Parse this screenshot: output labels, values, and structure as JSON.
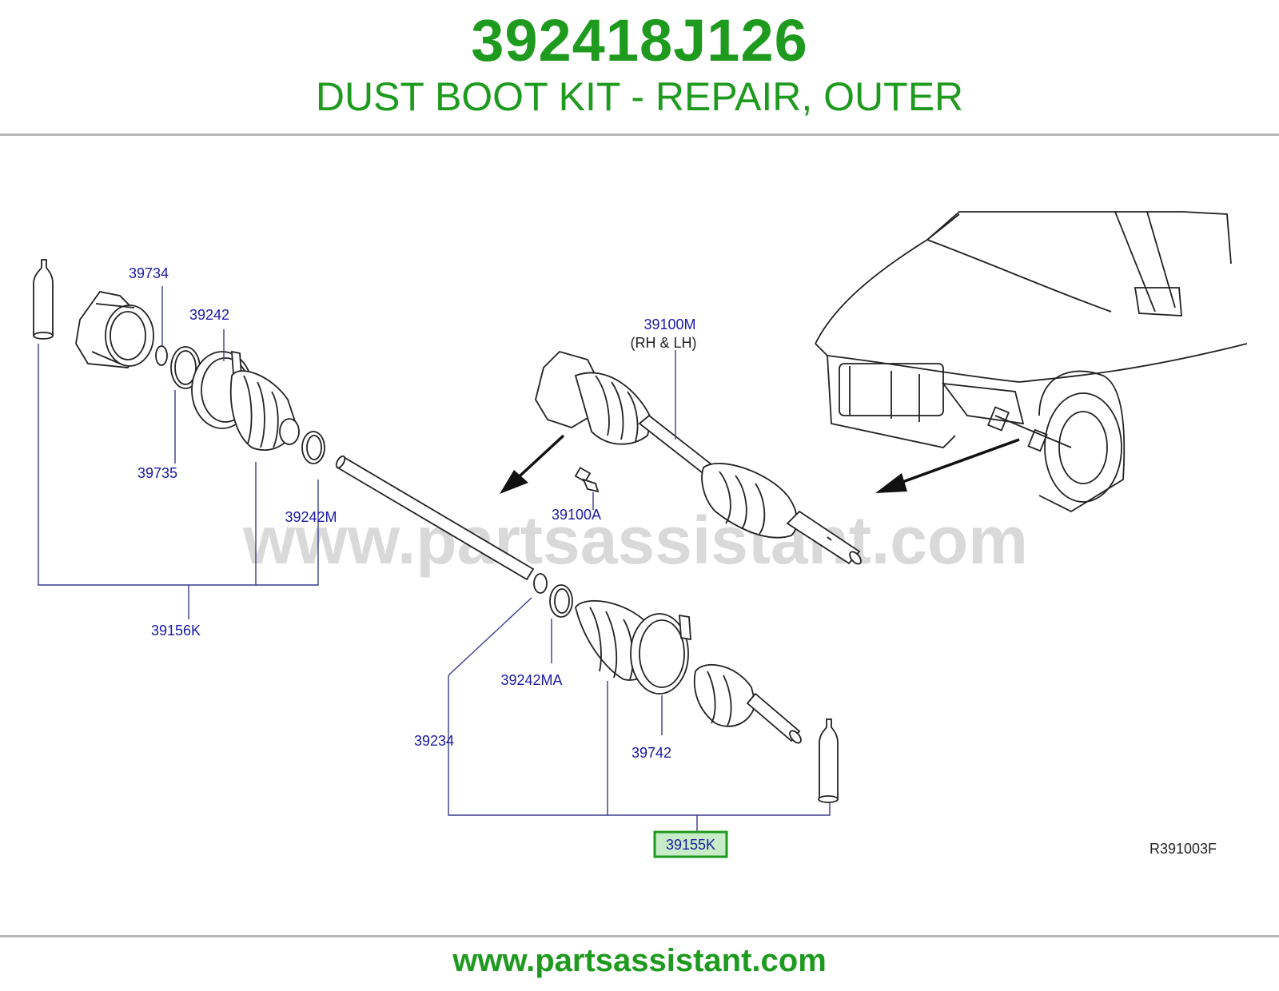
{
  "header": {
    "part_number": "392418J126",
    "description": "DUST BOOT KIT - REPAIR, OUTER"
  },
  "diagram": {
    "watermark": "www.partsassistant.com",
    "code": "R391003F",
    "highlight_color": "#1e9a1e",
    "labels": {
      "l39734": "39734",
      "l39242": "39242",
      "l39735": "39735",
      "l39242M": "39242M",
      "l39156K": "39156K",
      "l39100M": "39100M",
      "l39100M_sub": "(RH  &  LH)",
      "l39100A": "39100A",
      "l39242MA": "39242MA",
      "l39234": "39234",
      "l39742": "39742",
      "l39155K": "39155K"
    }
  },
  "footer": {
    "url": "www.partsassistant.com"
  }
}
